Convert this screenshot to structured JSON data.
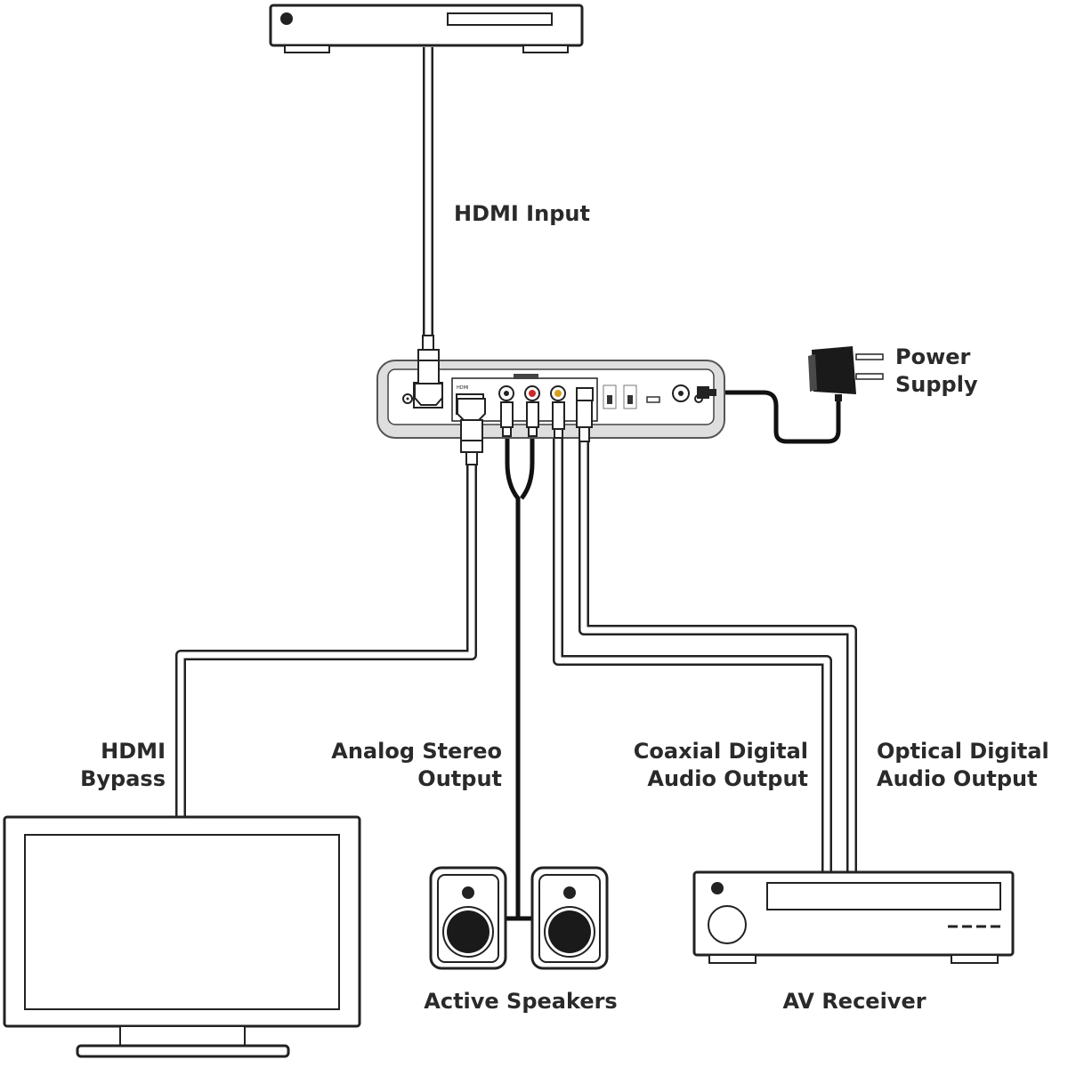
{
  "labels": {
    "hdmi_input": "HDMI Input",
    "power_supply": [
      "Power",
      "Supply"
    ],
    "hdmi_bypass": [
      "HDMI",
      "Bypass"
    ],
    "analog_stereo": [
      "Analog Stereo",
      "Output"
    ],
    "coaxial_digital": [
      "Coaxial Digital",
      "Audio Output"
    ],
    "optical_digital": [
      "Optical Digital",
      "Audio Output"
    ],
    "active_speakers": "Active Speakers",
    "av_receiver": "AV Receiver"
  },
  "panel": {
    "port_hdmi": "HDMI"
  },
  "colors": {
    "line": "#222222",
    "panel_fill": "#e9e9e9",
    "plate_fill": "#cfcfcf",
    "cable_fill": "#ffffff",
    "stereo_cable": "#111111",
    "rca_red": "#cc2a2a",
    "rca_yellow": "#d9a020"
  }
}
